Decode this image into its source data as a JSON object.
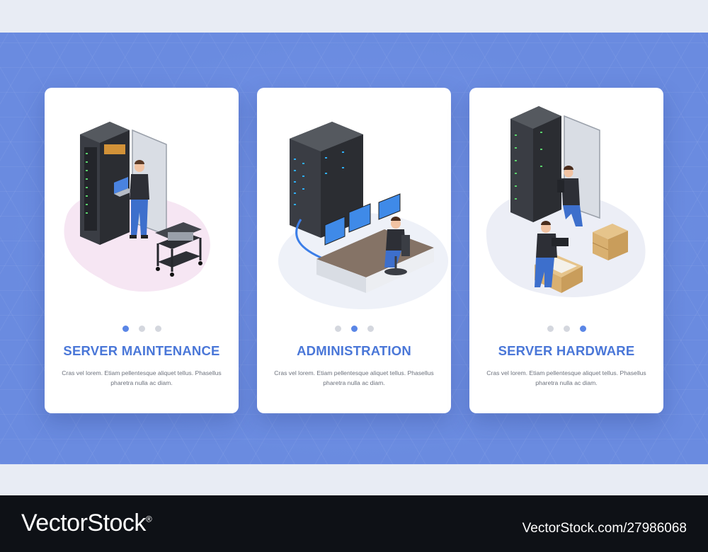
{
  "cards": [
    {
      "title": "SERVER MAINTENANCE",
      "description": "Cras vel lorem. Etiam pellentesque aliquet tellus. Phasellus pharetra nulla ac diam.",
      "active_dot": 0,
      "illustration": "server-maintenance-illustration"
    },
    {
      "title": "ADMINISTRATION",
      "description": "Cras vel lorem. Etiam pellentesque aliquet tellus. Phasellus pharetra nulla ac diam.",
      "active_dot": 1,
      "illustration": "administration-illustration"
    },
    {
      "title": "SERVER HARDWARE",
      "description": "Cras vel lorem. Etiam pellentesque aliquet tellus. Phasellus pharetra nulla ac diam.",
      "active_dot": 2,
      "illustration": "server-hardware-illustration"
    }
  ],
  "watermark": {
    "logo": "VectorStock",
    "registered_mark": "®",
    "image_id": "VectorStock.com/27986068"
  },
  "colors": {
    "background": "#6a8be0",
    "card": "#ffffff",
    "title": "#4a77d8",
    "dot_active": "#5a86e6",
    "dot_inactive": "#d4d7de"
  }
}
